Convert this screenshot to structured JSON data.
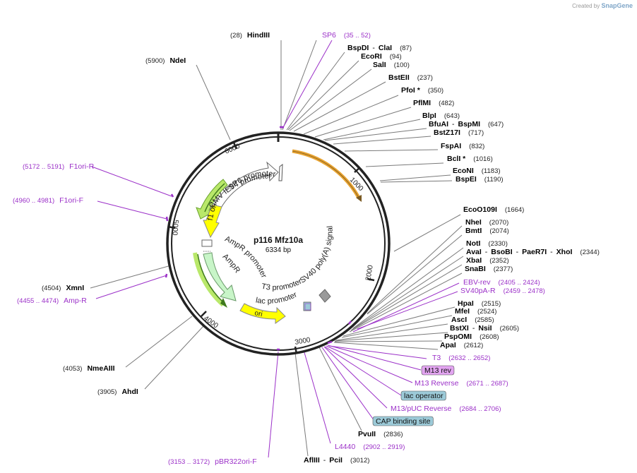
{
  "credit": {
    "prefix": "Created by",
    "brand": "SnapGene"
  },
  "plasmid": {
    "name": "p116 Mfz10a",
    "size": "6334 bp"
  },
  "ticks": [
    "1000",
    "2000",
    "3000",
    "4000",
    "5000",
    "6000"
  ],
  "features": [
    {
      "name": "SP6 promoter",
      "text": "SP6 promoter"
    },
    {
      "name": "CMV IE94 promoter",
      "text": "CMV IE94 promoter"
    },
    {
      "name": "f1 ori",
      "text": "f1 ori"
    },
    {
      "name": "AmpR promoter",
      "text": "AmpR promoter"
    },
    {
      "name": "AmpR",
      "text": "AmpR"
    },
    {
      "name": "ori",
      "text": "ori"
    },
    {
      "name": "lac promoter",
      "text": "lac promoter"
    },
    {
      "name": "T3 promoter",
      "text": "T3 promoter"
    },
    {
      "name": "SV40 poly(A) signal",
      "text": "SV40 poly(A) signal"
    }
  ],
  "labels": [
    {
      "id": "hindiii",
      "pos": "(28)",
      "name": "HindIII",
      "kind": "enzyme"
    },
    {
      "id": "sp6",
      "name": "SP6",
      "pos": "(35 .. 52)",
      "kind": "primer"
    },
    {
      "id": "ndei",
      "pos": "(5900)",
      "name": "NdeI",
      "kind": "enzyme"
    },
    {
      "id": "bspdi",
      "name": "BspDI",
      "name2": "ClaI",
      "pos": "(87)",
      "kind": "enzyme"
    },
    {
      "id": "ecori",
      "name": "EcoRI",
      "pos": "(94)",
      "kind": "enzyme"
    },
    {
      "id": "sali",
      "name": "SalI",
      "pos": "(100)",
      "kind": "enzyme"
    },
    {
      "id": "bsteii",
      "name": "BstEII",
      "pos": "(237)",
      "kind": "enzyme"
    },
    {
      "id": "pfoi",
      "name": "PfoI *",
      "pos": "(350)",
      "kind": "enzyme"
    },
    {
      "id": "pflmi",
      "name": "PflMI",
      "pos": "(482)",
      "kind": "enzyme"
    },
    {
      "id": "blpi",
      "name": "BlpI",
      "pos": "(643)",
      "kind": "enzyme"
    },
    {
      "id": "bfuai",
      "name": "BfuAI",
      "name2": "BspMI",
      "pos": "(647)",
      "kind": "enzyme"
    },
    {
      "id": "bstz17i",
      "name": "BstZ17I",
      "pos": "(717)",
      "kind": "enzyme"
    },
    {
      "id": "fspai",
      "name": "FspAI",
      "pos": "(832)",
      "kind": "enzyme"
    },
    {
      "id": "bcli",
      "name": "BclI *",
      "pos": "(1016)",
      "kind": "enzyme"
    },
    {
      "id": "econi",
      "name": "EcoNI",
      "pos": "(1183)",
      "kind": "enzyme"
    },
    {
      "id": "bspei",
      "name": "BspEI",
      "pos": "(1190)",
      "kind": "enzyme"
    },
    {
      "id": "f1orir",
      "pos": "(5172 .. 5191)",
      "name": "F1ori-R",
      "kind": "primer"
    },
    {
      "id": "f1orif",
      "pos": "(4960 .. 4981)",
      "name": "F1ori-F",
      "kind": "primer"
    },
    {
      "id": "eco0109i",
      "name": "EcoO109I",
      "pos": "(1664)",
      "kind": "enzyme"
    },
    {
      "id": "nhei",
      "name": "NheI",
      "pos": "(2070)",
      "kind": "enzyme"
    },
    {
      "id": "bmti",
      "name": "BmtI",
      "pos": "(2074)",
      "kind": "enzyme"
    },
    {
      "id": "noti",
      "name": "NotI",
      "pos": "(2330)",
      "kind": "enzyme"
    },
    {
      "id": "avai",
      "name": "AvaI",
      "name2": "BsoBI",
      "name3": "PaeR7I",
      "name4": "XhoI",
      "pos": "(2344)",
      "kind": "enzyme"
    },
    {
      "id": "xbai",
      "name": "XbaI",
      "pos": "(2352)",
      "kind": "enzyme"
    },
    {
      "id": "snabi",
      "name": "SnaBI",
      "pos": "(2377)",
      "kind": "enzyme"
    },
    {
      "id": "xmni",
      "pos": "(4504)",
      "name": "XmnI",
      "kind": "enzyme"
    },
    {
      "id": "ampr",
      "pos": "(4455 .. 4474)",
      "name": "Amp-R",
      "kind": "primer"
    },
    {
      "id": "ebvrev",
      "name": "EBV-rev",
      "pos": "(2405 .. 2424)",
      "kind": "primer"
    },
    {
      "id": "sv40par",
      "name": "SV40pA-R",
      "pos": "(2459 .. 2478)",
      "kind": "primer"
    },
    {
      "id": "hpai",
      "name": "HpaI",
      "pos": "(2515)",
      "kind": "enzyme"
    },
    {
      "id": "mfei",
      "name": "MfeI",
      "pos": "(2524)",
      "kind": "enzyme"
    },
    {
      "id": "asci",
      "name": "AscI",
      "pos": "(2585)",
      "kind": "enzyme"
    },
    {
      "id": "bstxi",
      "name": "BstXI",
      "name2": "NsiI",
      "pos": "(2605)",
      "kind": "enzyme"
    },
    {
      "id": "pspomi",
      "name": "PspOMI",
      "pos": "(2608)",
      "kind": "enzyme"
    },
    {
      "id": "apai",
      "name": "ApaI",
      "pos": "(2612)",
      "kind": "enzyme"
    },
    {
      "id": "t3",
      "name": "T3",
      "pos": "(2632 .. 2652)",
      "kind": "primer"
    },
    {
      "id": "m13rev",
      "name": "M13 rev",
      "kind": "boxp"
    },
    {
      "id": "m13reverse",
      "name": "M13 Reverse",
      "pos": "(2671 .. 2687)",
      "kind": "primer"
    },
    {
      "id": "lacop",
      "name": "lac operator",
      "kind": "boxb"
    },
    {
      "id": "m13puc",
      "name": "M13/pUC Reverse",
      "pos": "(2684 .. 2706)",
      "kind": "primer"
    },
    {
      "id": "cap",
      "name": "CAP binding site",
      "kind": "boxb"
    },
    {
      "id": "pvuii",
      "name": "PvuII",
      "pos": "(2836)",
      "kind": "enzyme"
    },
    {
      "id": "nmeaiii",
      "pos": "(4053)",
      "name": "NmeAIII",
      "kind": "enzyme"
    },
    {
      "id": "ahdi",
      "pos": "(3905)",
      "name": "AhdI",
      "kind": "enzyme"
    },
    {
      "id": "l4440",
      "name": "L4440",
      "pos": "(2902 .. 2919)",
      "kind": "primer"
    },
    {
      "id": "pbr322",
      "pos": "(3153 .. 3172)",
      "name": "pBR322ori-F",
      "kind": "primer"
    },
    {
      "id": "afliii",
      "name": "AflIII",
      "name2": "PciI",
      "pos": "(3012)",
      "kind": "enzyme"
    }
  ],
  "colors": {
    "enzyme": "#000000",
    "primer": "#9b30c8",
    "line": "#7a7a7a",
    "purpleBox": "#e2a4f0",
    "blueBox": "#9ccad8",
    "backbone": "#222222"
  }
}
